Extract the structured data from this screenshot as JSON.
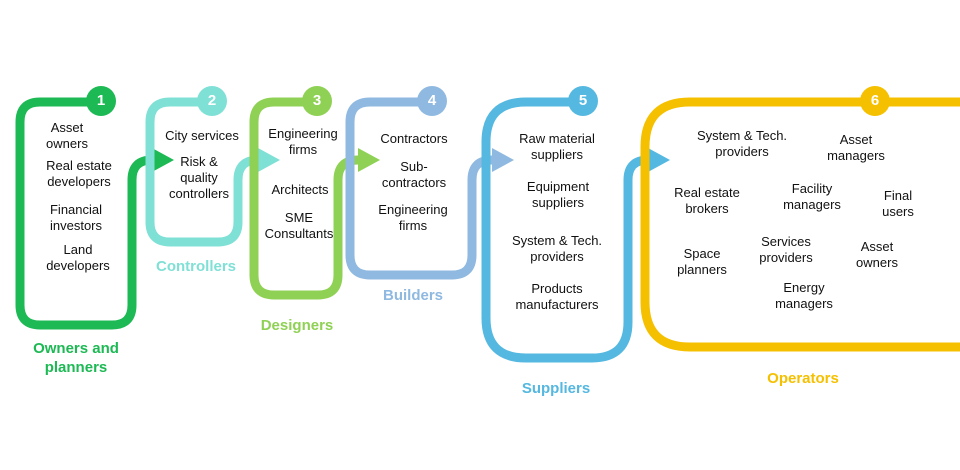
{
  "colors": {
    "owners": "#1db954",
    "controllers": "#7fe0d6",
    "designers": "#8fd154",
    "builders": "#8fb9e0",
    "suppliers": "#55b8e0",
    "operators": "#f5c000"
  },
  "stages": [
    {
      "number": "1",
      "title": "Owners and\nplanners",
      "items": [
        "Asset\nowners",
        "Real estate\ndevelopers",
        "Financial\ninvestors",
        "Land\ndevelopers"
      ]
    },
    {
      "number": "2",
      "title": "Controllers",
      "items": [
        "City services",
        "Risk &\nquality\ncontrollers"
      ]
    },
    {
      "number": "3",
      "title": "Designers",
      "items": [
        "Engineering\nfirms",
        "Architects",
        "SME\nConsultants"
      ]
    },
    {
      "number": "4",
      "title": "Builders",
      "items": [
        "Contractors",
        "Sub-\ncontractors",
        "Engineering\nfirms"
      ]
    },
    {
      "number": "5",
      "title": "Suppliers",
      "items": [
        "Raw material\nsuppliers",
        "Equipment\nsuppliers",
        "System & Tech.\nproviders",
        "Products\nmanufacturers"
      ]
    },
    {
      "number": "6",
      "title": "Operators",
      "items": [
        "System & Tech.\nproviders",
        "Asset\nmanagers",
        "Real estate\nbrokers",
        "Facility\nmanagers",
        "Final\nusers",
        "Space\nplanners",
        "Services\nproviders",
        "Asset\nowners",
        "Energy\nmanagers"
      ]
    }
  ]
}
